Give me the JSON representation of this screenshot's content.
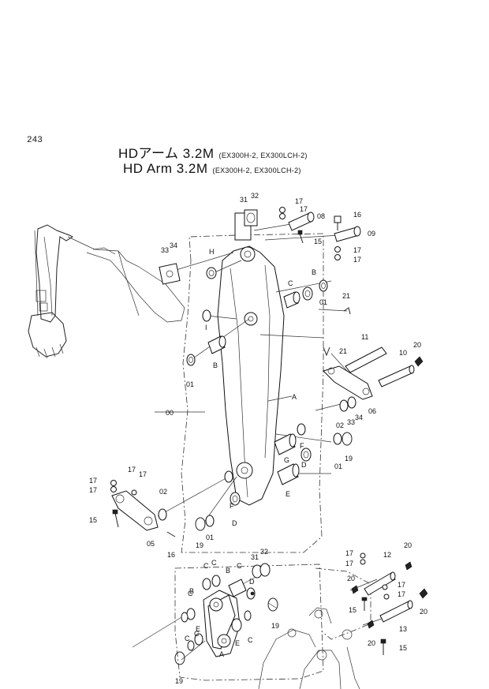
{
  "page_number": "243",
  "title_jp": {
    "main": "HDアーム 3.2M",
    "models": "(EX300H-2, EX300LCH-2)"
  },
  "title_en": {
    "main": "HD Arm 3.2M",
    "models": "(EX300H-2, EX300LCH-2)"
  },
  "callouts": [
    {
      "id": "c01",
      "text": "31"
    },
    {
      "id": "c02",
      "text": "32"
    },
    {
      "id": "c03",
      "text": "17"
    },
    {
      "id": "c04",
      "text": "17"
    },
    {
      "id": "c05",
      "text": "08"
    },
    {
      "id": "c06",
      "text": "16"
    },
    {
      "id": "c07",
      "text": "15"
    },
    {
      "id": "c08",
      "text": "09"
    },
    {
      "id": "c09",
      "text": "17"
    },
    {
      "id": "c10",
      "text": "17"
    },
    {
      "id": "c11",
      "text": "33"
    },
    {
      "id": "c12",
      "text": "34"
    },
    {
      "id": "c13",
      "text": "H"
    },
    {
      "id": "c14",
      "text": "C"
    },
    {
      "id": "c15",
      "text": "B"
    },
    {
      "id": "c16",
      "text": "01"
    },
    {
      "id": "c17",
      "text": "21"
    },
    {
      "id": "c18",
      "text": "I"
    },
    {
      "id": "c19",
      "text": "B"
    },
    {
      "id": "c20",
      "text": "01"
    },
    {
      "id": "c21",
      "text": "21"
    },
    {
      "id": "c22",
      "text": "11"
    },
    {
      "id": "c23",
      "text": "10"
    },
    {
      "id": "c24",
      "text": "20"
    },
    {
      "id": "c25",
      "text": "A"
    },
    {
      "id": "c26",
      "text": "00"
    },
    {
      "id": "c27",
      "text": "34"
    },
    {
      "id": "c28",
      "text": "33"
    },
    {
      "id": "c29",
      "text": "06"
    },
    {
      "id": "c30",
      "text": "F"
    },
    {
      "id": "c31",
      "text": "02"
    },
    {
      "id": "c32",
      "text": "19"
    },
    {
      "id": "c33",
      "text": "G"
    },
    {
      "id": "c34",
      "text": "D"
    },
    {
      "id": "c35",
      "text": "01"
    },
    {
      "id": "c36",
      "text": "E"
    },
    {
      "id": "c37",
      "text": "17"
    },
    {
      "id": "c38",
      "text": "17"
    },
    {
      "id": "c39",
      "text": "17"
    },
    {
      "id": "c40",
      "text": "17"
    },
    {
      "id": "c41",
      "text": "02"
    },
    {
      "id": "c42",
      "text": "15"
    },
    {
      "id": "c43",
      "text": "F"
    },
    {
      "id": "c44",
      "text": "D"
    },
    {
      "id": "c45",
      "text": "01"
    },
    {
      "id": "c46",
      "text": "19"
    },
    {
      "id": "c47",
      "text": "05"
    },
    {
      "id": "c48",
      "text": "16"
    },
    {
      "id": "c49",
      "text": "31"
    },
    {
      "id": "c50",
      "text": "32"
    },
    {
      "id": "c51",
      "text": "C"
    },
    {
      "id": "c52",
      "text": "C"
    },
    {
      "id": "c53",
      "text": "B"
    },
    {
      "id": "c54",
      "text": "C"
    },
    {
      "id": "c55",
      "text": "C"
    },
    {
      "id": "c56",
      "text": "B"
    },
    {
      "id": "c57",
      "text": "D"
    },
    {
      "id": "c58",
      "text": "19"
    },
    {
      "id": "c59",
      "text": "C"
    },
    {
      "id": "c60",
      "text": "C"
    },
    {
      "id": "c61",
      "text": "E"
    },
    {
      "id": "c62",
      "text": "E"
    },
    {
      "id": "c63",
      "text": "C"
    },
    {
      "id": "c64",
      "text": "19"
    },
    {
      "id": "c65",
      "text": "A"
    },
    {
      "id": "c66",
      "text": "17"
    },
    {
      "id": "c67",
      "text": "17"
    },
    {
      "id": "c68",
      "text": "12"
    },
    {
      "id": "c69",
      "text": "20"
    },
    {
      "id": "c70",
      "text": "20"
    },
    {
      "id": "c71",
      "text": "17"
    },
    {
      "id": "c72",
      "text": "17"
    },
    {
      "id": "c73",
      "text": "15"
    },
    {
      "id": "c74",
      "text": "20"
    },
    {
      "id": "c75",
      "text": "13"
    },
    {
      "id": "c76",
      "text": "20"
    },
    {
      "id": "c77",
      "text": "15"
    }
  ]
}
